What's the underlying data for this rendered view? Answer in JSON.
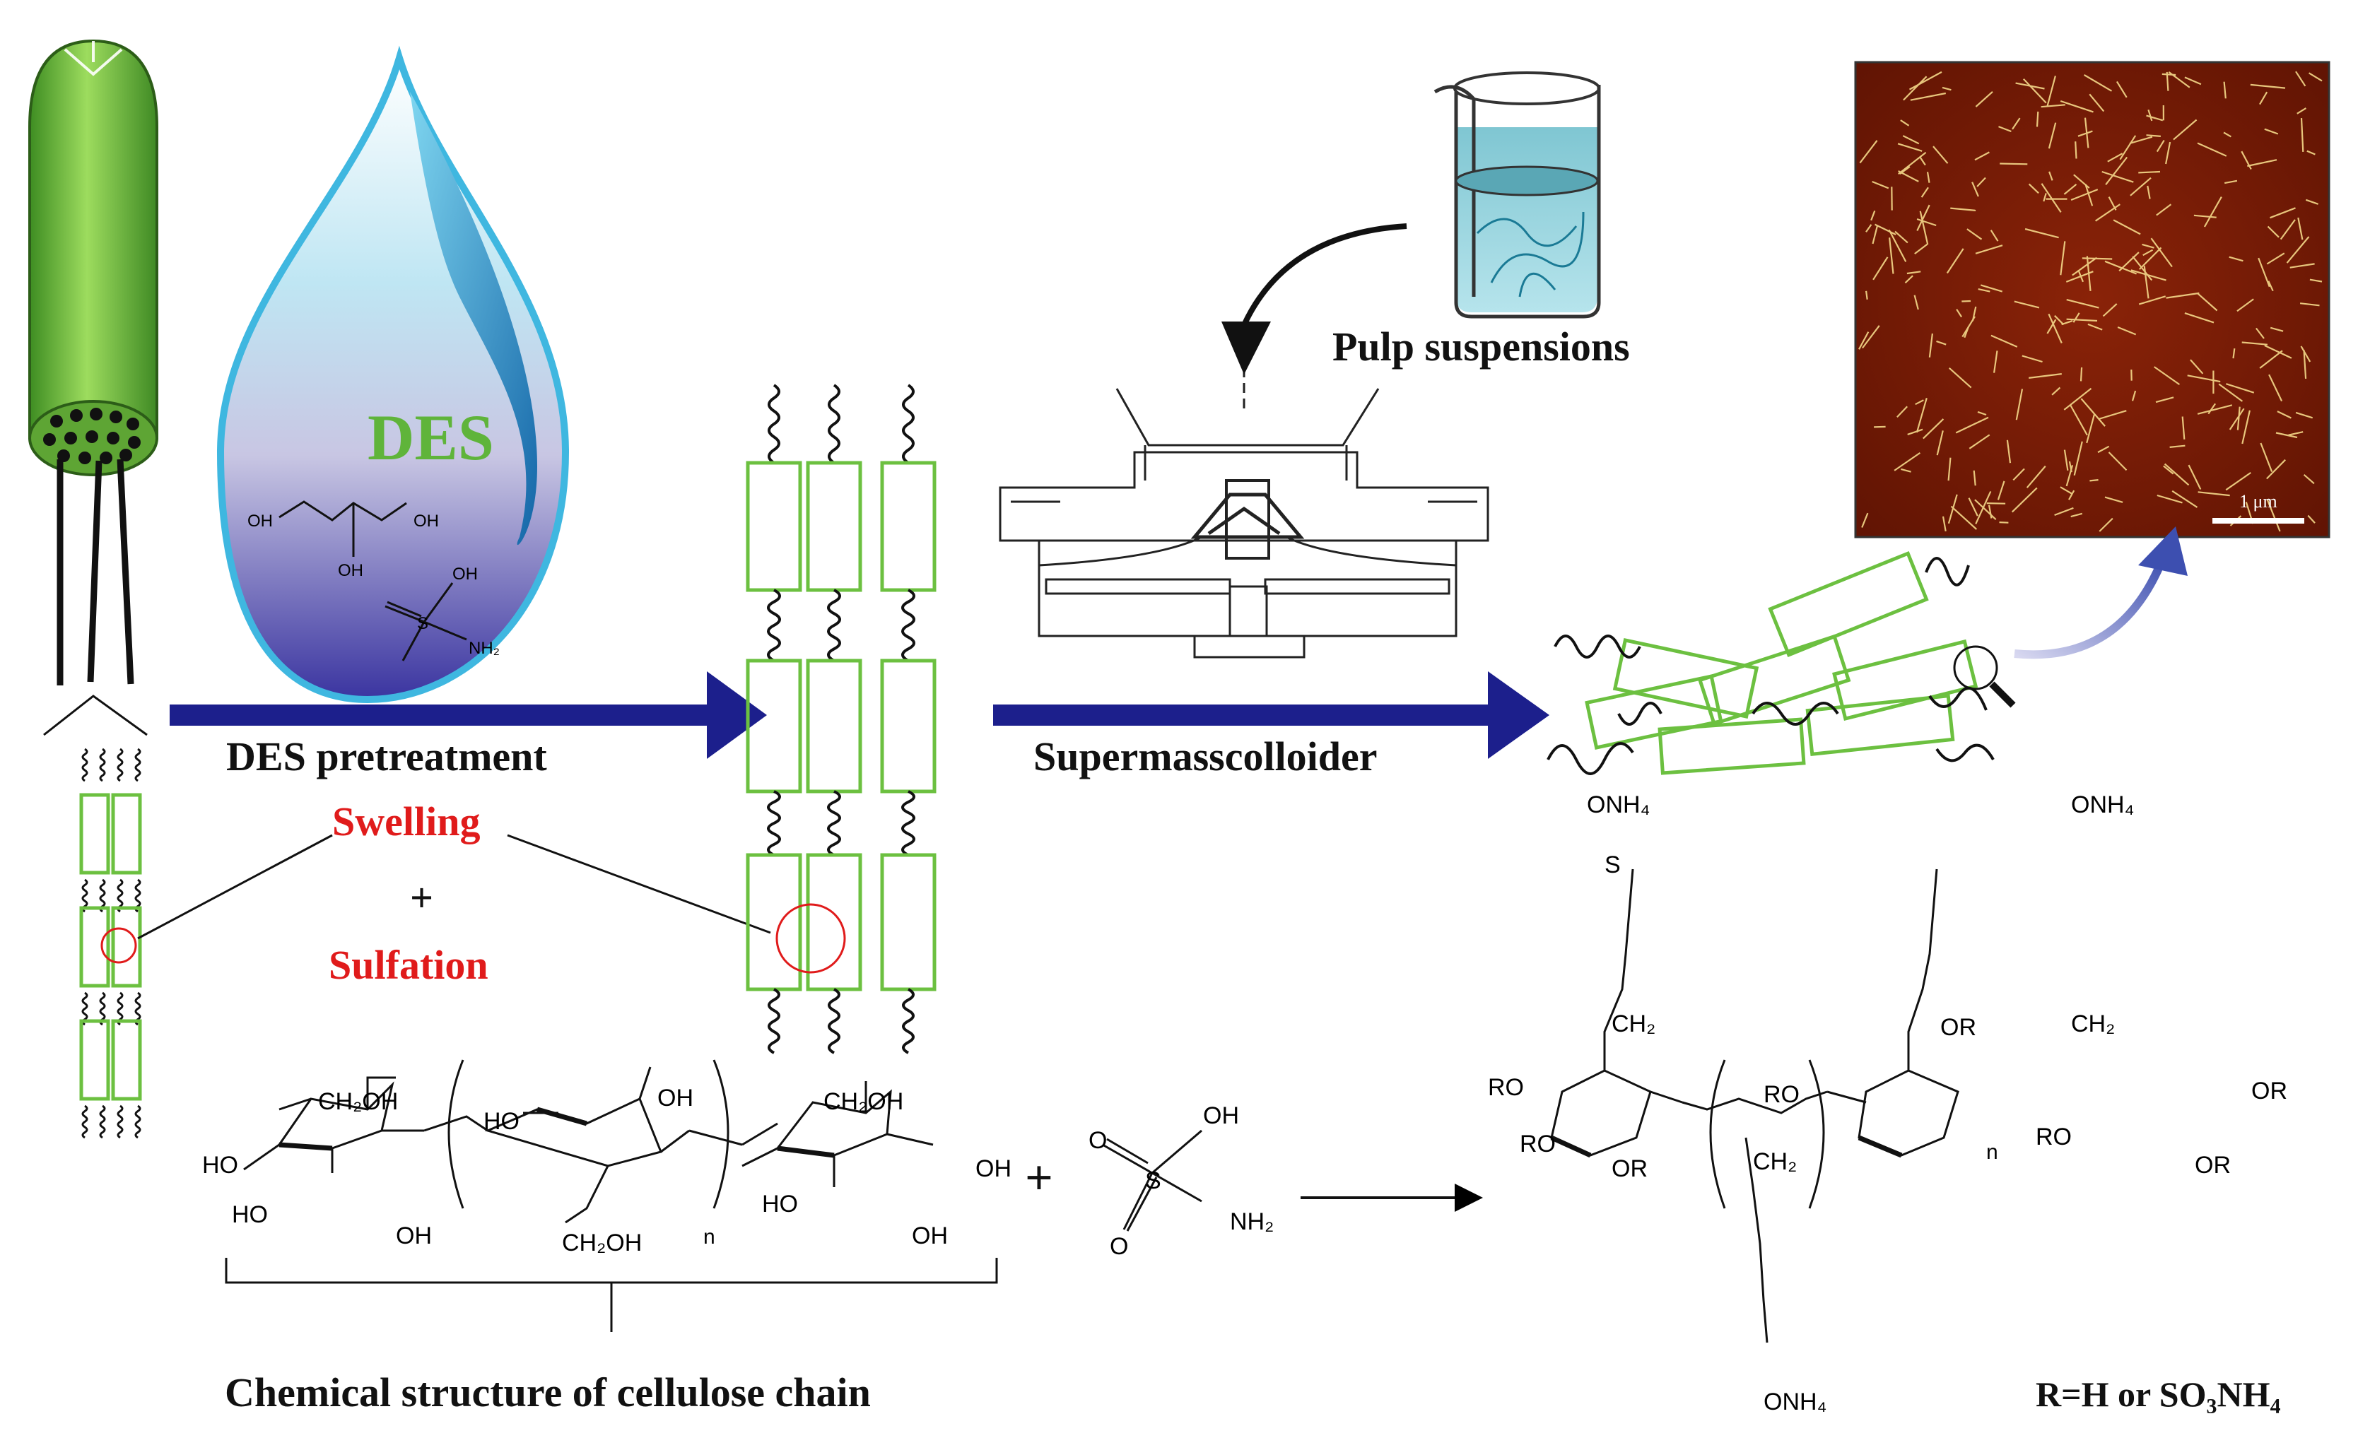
{
  "labels": {
    "des_drop": "DES",
    "des_pretreatment": "DES pretreatment",
    "swelling": "Swelling",
    "plus": "+",
    "sulfation": "Sulfation",
    "supermasscolloider": "Supermasscolloider",
    "pulp_suspensions": "Pulp suspensions",
    "scale_bar": "1 μm",
    "chemical_structure": "Chemical structure of cellulose chain",
    "r_definition": "R=H or SO₃NH₄"
  },
  "chem": {
    "oh": "OH",
    "ho": "HO",
    "ch2oh": "CH₂OH",
    "n": "n",
    "nh2": "NH₂",
    "s": "S",
    "o": "O",
    "onh4": "ONH₄",
    "ch2": "CH₂",
    "ro": "RO",
    "or": "OR",
    "plus": "+"
  },
  "colors": {
    "arrow_navy": "#1c1f8c",
    "fiber_green": "#6cc040",
    "label_red": "#e01b1b",
    "des_text_green": "#5fb43a",
    "drop_outline": "#3fb7e0",
    "afm_base": "#7a1a05",
    "afm_fiber": "#f5d98a"
  }
}
